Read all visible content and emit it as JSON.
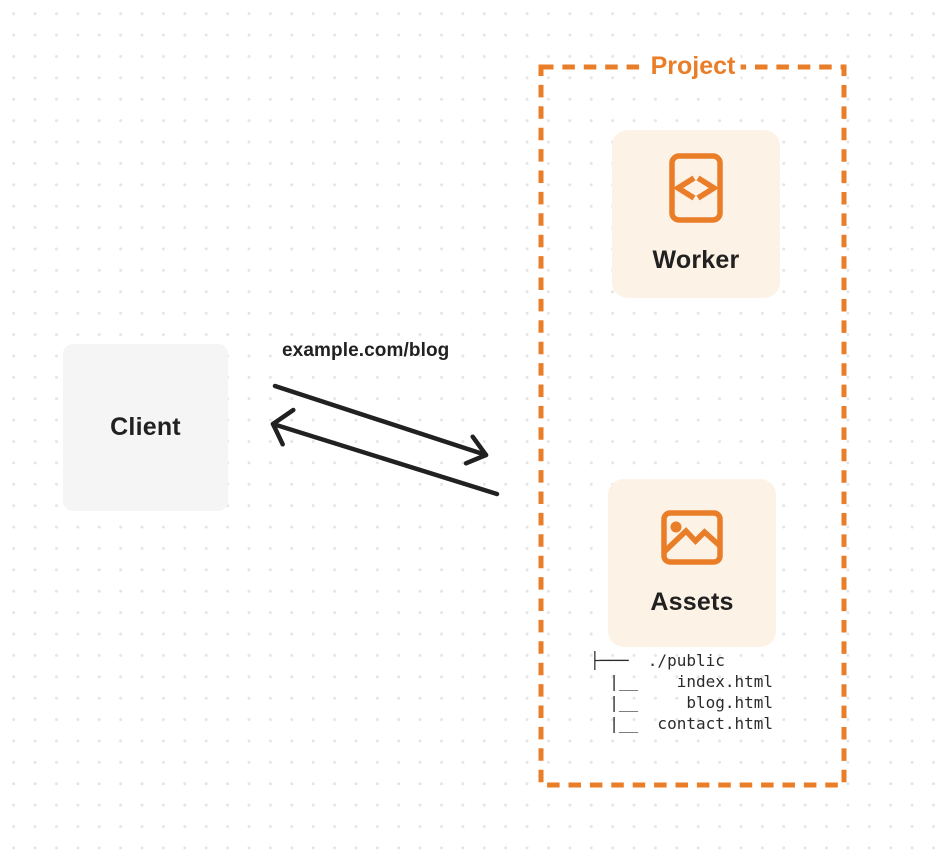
{
  "theme": {
    "accent": "#EA7D28",
    "card-bg": "#FCF2E6",
    "client-bg": "#F5F5F6",
    "ink": "#212121",
    "tree-ink": "#2B2B2B",
    "dot": "#E4E4E6",
    "page-bg": "#FFFFFF"
  },
  "client": {
    "label": "Client"
  },
  "request": {
    "url_label": "example.com/blog"
  },
  "project": {
    "label": "Project",
    "worker": {
      "label": "Worker",
      "icon": "code-document-icon"
    },
    "assets": {
      "label": "Assets",
      "icon": "image-icon",
      "tree_lines": [
        "├───  ./public",
        "  |__    index.html",
        "  |__     blog.html",
        "  |__  contact.html"
      ]
    }
  }
}
